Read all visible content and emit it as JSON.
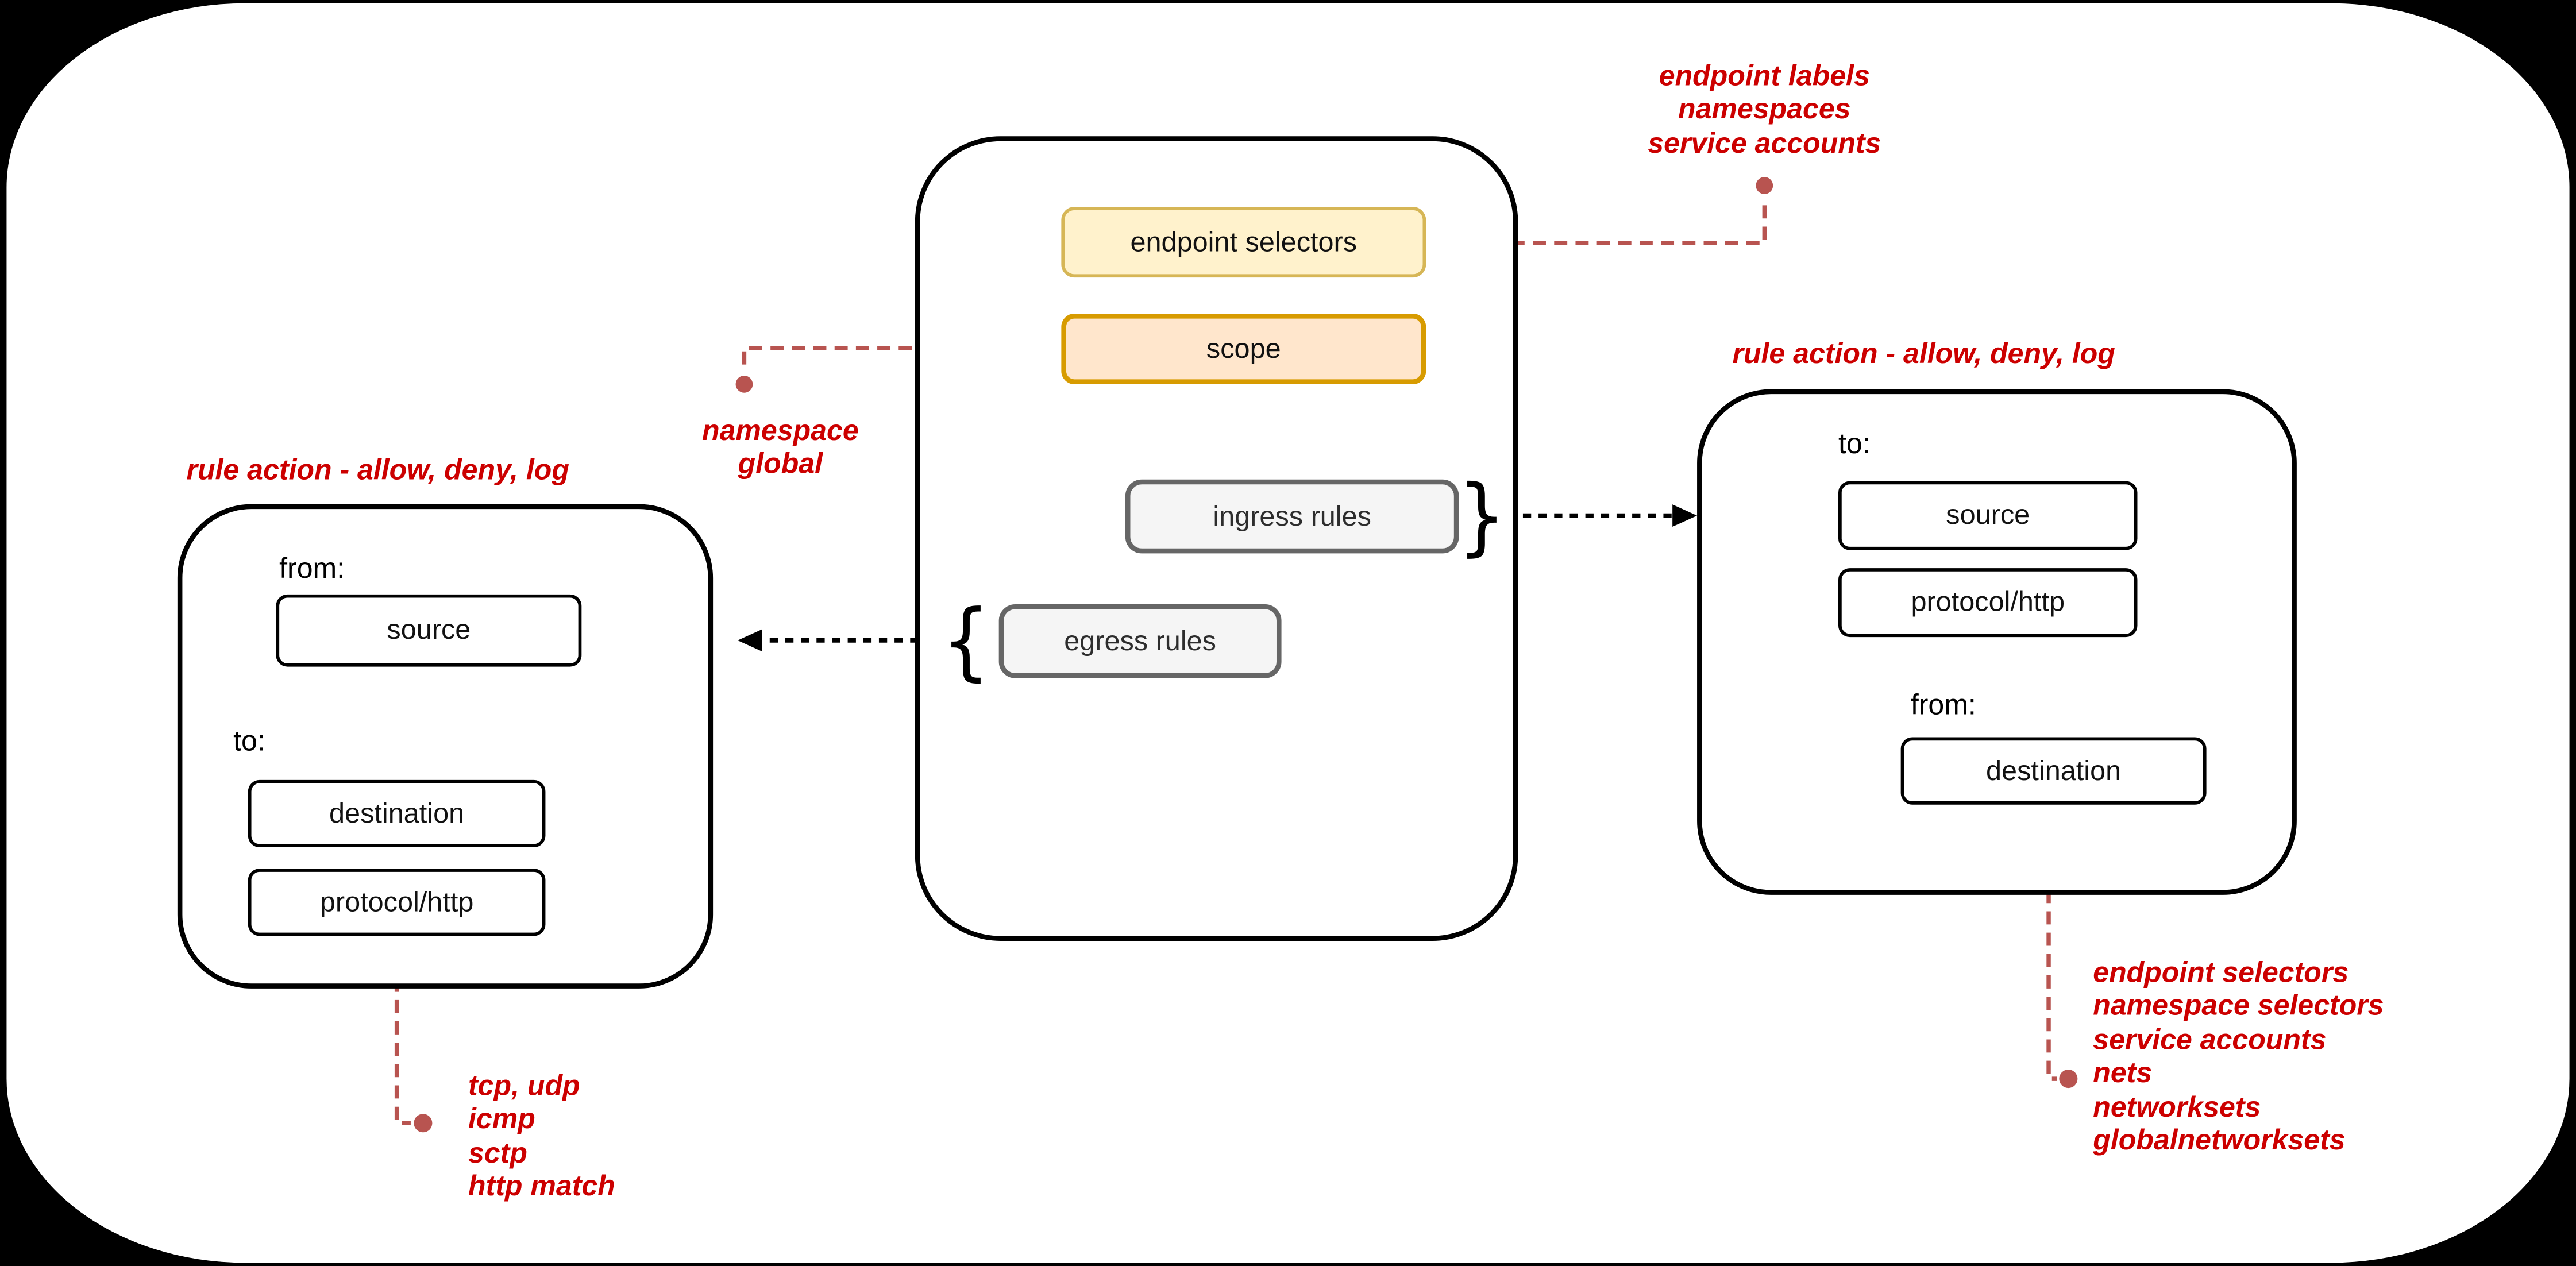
{
  "palette": {
    "page_background": "#000000",
    "canvas": "#ffffff",
    "outline": "#000000",
    "note_text": "#cc0000",
    "note_wire": "#b85450",
    "endpoint_selectors_fill": "#fff2cc",
    "endpoint_selectors_stroke": "#d6b656",
    "scope_fill": "#ffe6cc",
    "scope_stroke": "#d79b00",
    "rules_fill": "#f5f5f5",
    "rules_stroke": "#666666"
  },
  "policy": {
    "endpoint_selectors_label": "endpoint selectors",
    "scope_label": "scope",
    "ingress_rules_label": "ingress rules",
    "egress_rules_label": "egress rules",
    "ingress_brace": "}",
    "egress_brace": "{"
  },
  "egress_rule_card": {
    "title": "rule action - allow, deny, log",
    "from_label": "from:",
    "source_label": "source",
    "to_label": "to:",
    "destination_label": "destination",
    "protocol_label": "protocol/http"
  },
  "ingress_rule_card": {
    "title": "rule action - allow, deny, log",
    "to_label": "to:",
    "source_label": "source",
    "protocol_label": "protocol/http",
    "from_label": "from:",
    "destination_label": "destination"
  },
  "notes": {
    "endpoint_selectors": [
      "endpoint labels",
      "namespaces",
      "service accounts"
    ],
    "scope": [
      "namespace",
      "global"
    ],
    "protocol": [
      "tcp, udp",
      "icmp",
      "sctp",
      "http match"
    ],
    "destination": [
      "endpoint selectors",
      "namespace selectors",
      "service accounts",
      "nets",
      "networksets",
      "globalnetworksets"
    ]
  }
}
